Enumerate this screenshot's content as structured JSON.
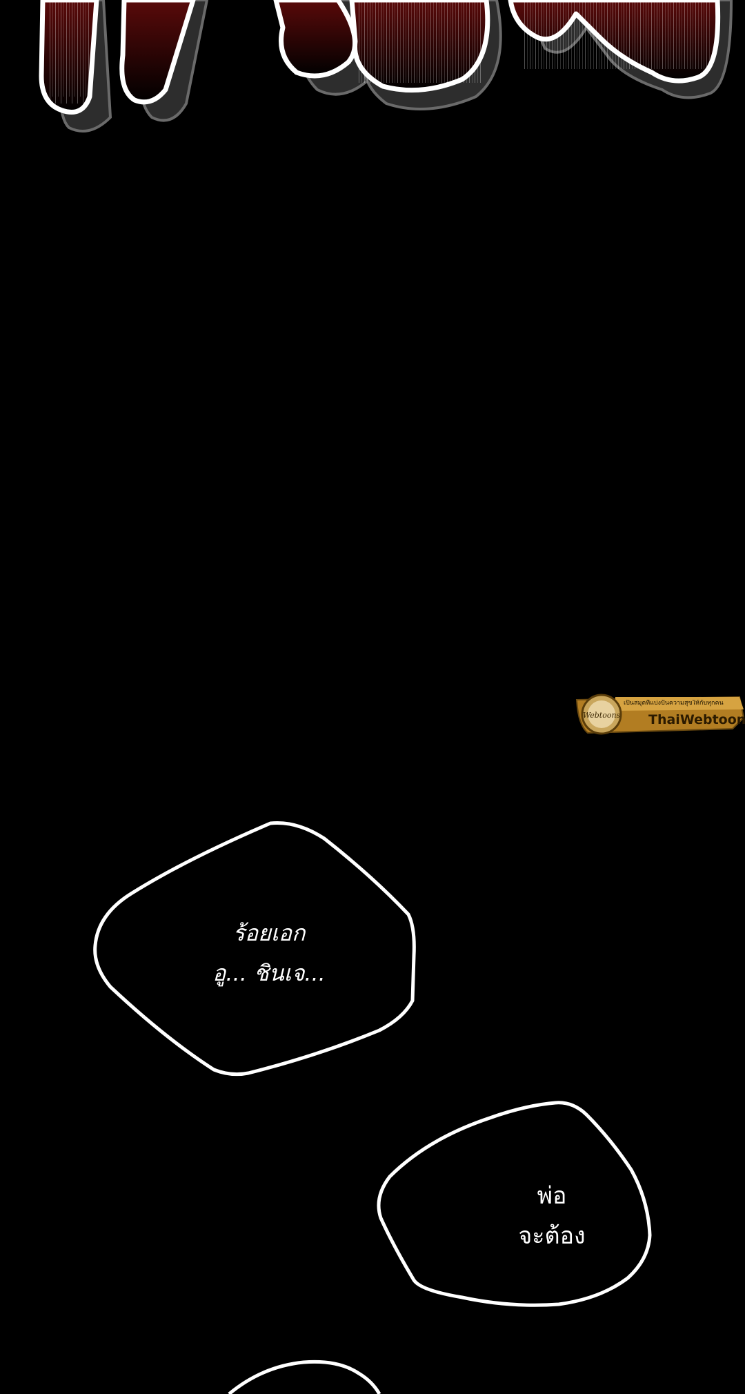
{
  "page": {
    "background": "#000000"
  },
  "title_art": {
    "description_icon": "stylized-title-lettering-icon",
    "stroke_color": "#ffffff",
    "shadow_color": "#3a3a3a",
    "fill_accent": "#5a0a0a"
  },
  "watermark": {
    "tagline": "เป็นสมุดที่แบ่งปันความสุขให้กับทุกคน",
    "name": "ThaiWebtoon",
    "badge_color": "#c8902a",
    "logo_icon": "thaiwebtoons-badge-icon"
  },
  "bubbles": [
    {
      "lines": [
        "ร้อยเอก",
        "อู... ชินเจ..."
      ]
    },
    {
      "lines": [
        "พ่อ",
        "จะต้อง"
      ]
    }
  ]
}
